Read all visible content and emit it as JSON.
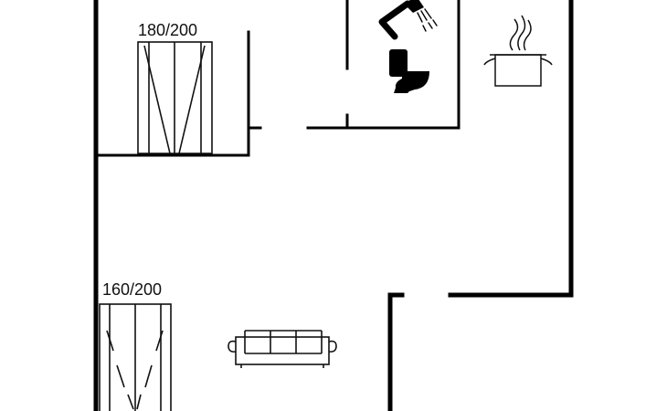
{
  "floorplan": {
    "beds": [
      {
        "label": "180/200",
        "type": "double-bed"
      },
      {
        "label": "160/200",
        "type": "double-bed"
      }
    ],
    "symbols": [
      "shower-icon",
      "toilet-icon",
      "cooking-pot-icon",
      "sofa-icon"
    ],
    "colors": {
      "wall": "#000000",
      "line": "#111111",
      "background": "#ffffff"
    }
  }
}
